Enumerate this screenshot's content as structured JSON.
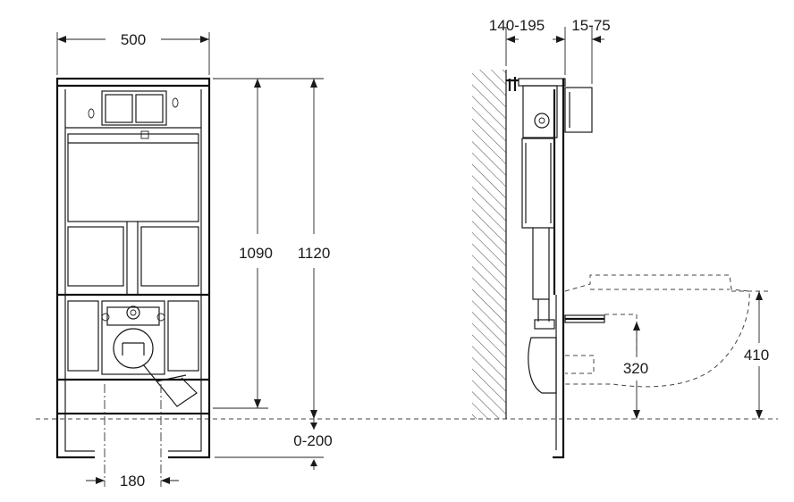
{
  "front_view": {
    "width_label": "500",
    "height_inner_label": "1090",
    "height_total_label": "1120",
    "drain_spacing_label": "180"
  },
  "side_view": {
    "wall_offset_label": "140-195",
    "panel_offset_label": "15-75",
    "foot_adjust_label": "0-200",
    "drain_height_label": "320",
    "seat_height_label": "410"
  }
}
